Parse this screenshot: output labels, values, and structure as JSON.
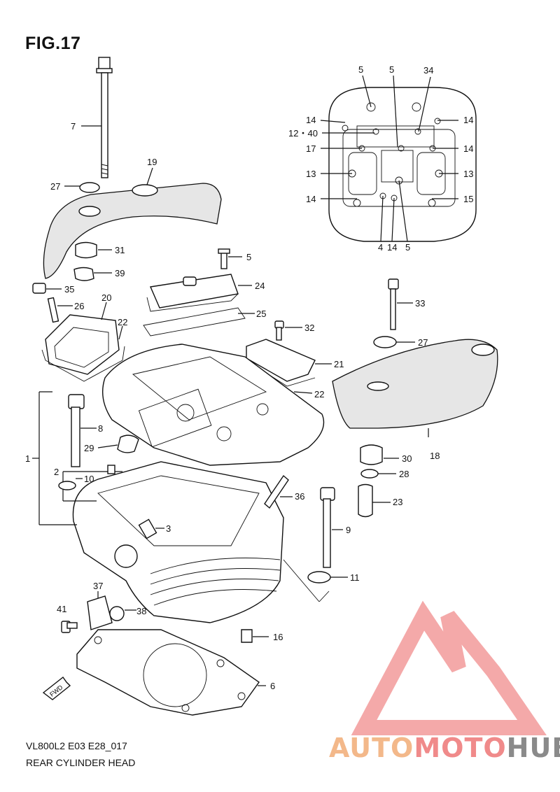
{
  "figure": {
    "title": "FIG.17",
    "model_code": "VL800L2 E03 E28_017",
    "name": "REAR CYLINDER HEAD"
  },
  "callouts": {
    "c1": "1",
    "c2": "2",
    "c3": "3",
    "c4": "4",
    "c5": "5",
    "c6": "6",
    "c7": "7",
    "c8": "8",
    "c9": "9",
    "c10": "10",
    "c11": "11",
    "c13": "13",
    "c14": "14",
    "c15": "15",
    "c16": "16",
    "c17": "17",
    "c18": "18",
    "c19": "19",
    "c20": "20",
    "c21": "21",
    "c22": "22",
    "c23": "23",
    "c24": "24",
    "c25": "25",
    "c26": "26",
    "c27": "27",
    "c28": "28",
    "c29": "29",
    "c30": "30",
    "c31": "31",
    "c32": "32",
    "c33": "33",
    "c34": "34",
    "c35": "35",
    "c36": "36",
    "c37": "37",
    "c38": "38",
    "c39": "39",
    "c41": "41",
    "c12_40": "12・40"
  },
  "fwd_label": "FWD",
  "watermark": {
    "part1": "AUTO",
    "part2": "MOTO",
    "part3": "HUB",
    "colors": {
      "auto": "#f3b88a",
      "moto": "#f08a8a",
      "hub": "#8a8a8a",
      "triangle": "#f29a9a"
    }
  }
}
